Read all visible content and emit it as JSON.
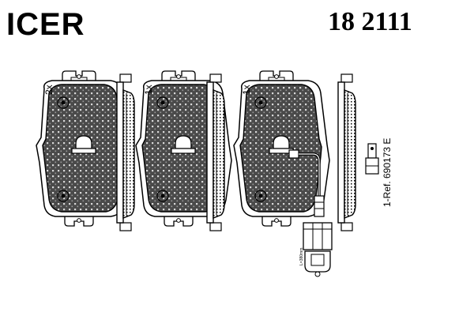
{
  "header": {
    "brand": "ICER",
    "part_number": "18 2111"
  },
  "pads": [
    {
      "quantity": "2x"
    },
    {
      "quantity": "1x"
    },
    {
      "quantity": "1x"
    }
  ],
  "sensor": {
    "reference": "1-Ref. 690173 E",
    "cable_note": "L=380mm"
  },
  "colors": {
    "line": "#000000",
    "friction_fill": "#4a4a4a",
    "background": "#ffffff"
  }
}
